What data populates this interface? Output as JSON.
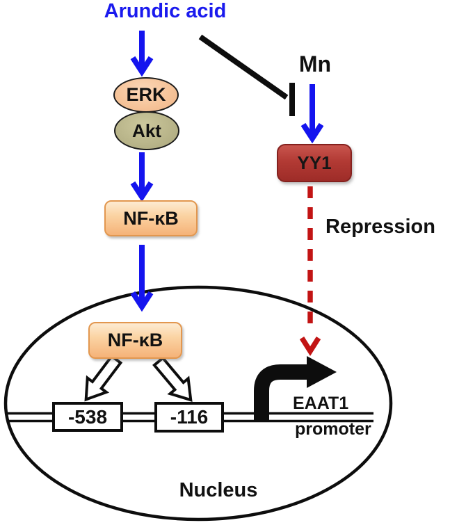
{
  "figure": {
    "labels": {
      "arundic_acid": "Arundic acid",
      "mn": "Mn",
      "erk": "ERK",
      "akt": "Akt",
      "nfkb_cytoplasm": "NF-κB",
      "nfkb_nucleus": "NF-κB",
      "yy1": "YY1",
      "repression": "Repression",
      "site_538": "-538",
      "site_116": "-116",
      "eaat1": "EAAT1",
      "promoter": "promoter",
      "nucleus": "Nucleus"
    },
    "colors": {
      "activation_arrow_blue": "#1414ee",
      "arundic_text_blue": "#1a1aee",
      "repression_red": "#c21414",
      "inhibition_black": "#0d0d0d",
      "yy1_fill": "#b23a34",
      "erk_fill": "#f6c49a",
      "akt_fill": "#b8b489",
      "nfkb_fill": "#fbd4a4",
      "site_box_fill": "#ffffff",
      "outline_black": "#111111"
    }
  }
}
